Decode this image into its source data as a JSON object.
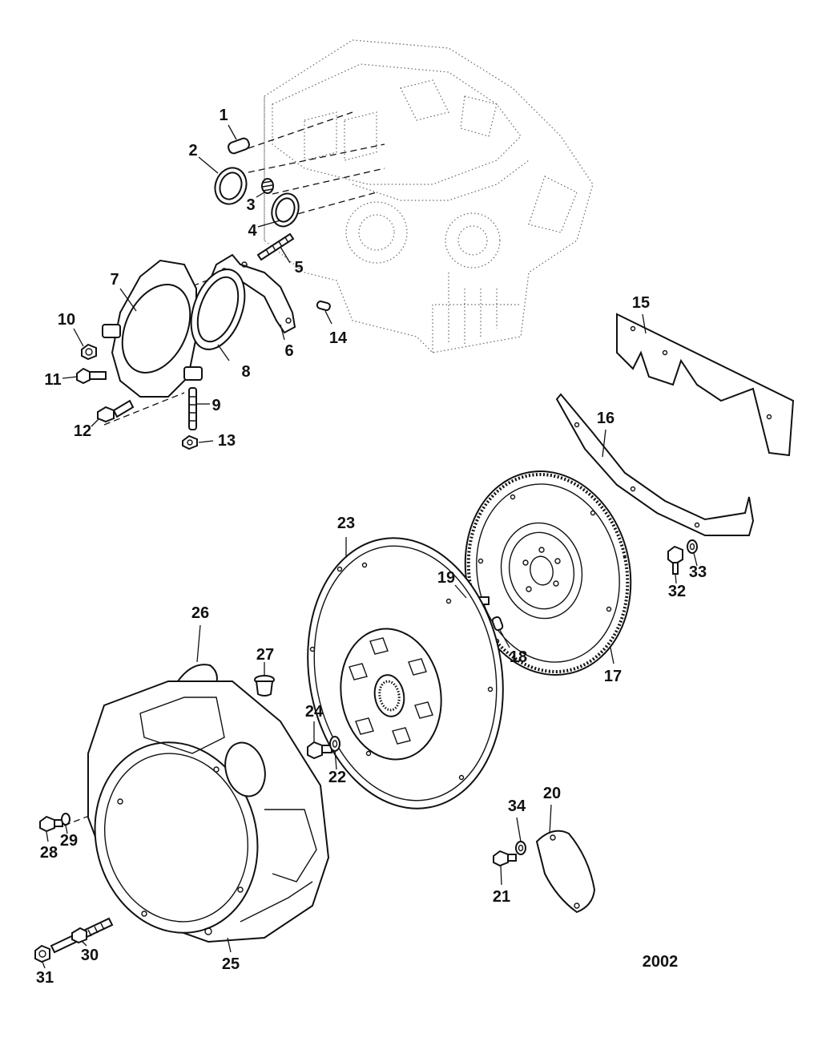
{
  "diagram": {
    "callouts": [
      "1",
      "2",
      "3",
      "4",
      "5",
      "6",
      "7",
      "8",
      "9",
      "10",
      "11",
      "12",
      "13",
      "14",
      "15",
      "16",
      "17",
      "18",
      "19",
      "20",
      "21",
      "22",
      "23",
      "24",
      "25",
      "26",
      "27",
      "28",
      "29",
      "30",
      "31",
      "32",
      "33",
      "34"
    ],
    "drawing_code": "2002"
  }
}
